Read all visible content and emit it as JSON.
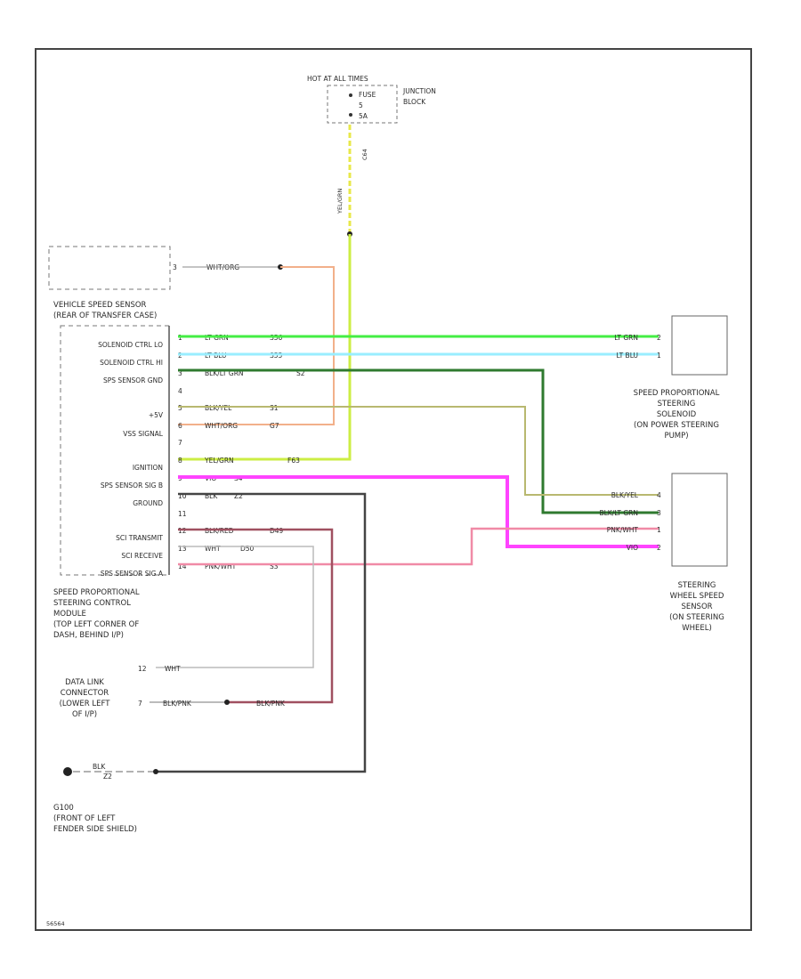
{
  "fuse": {
    "header": "HOT AT ALL TIMES",
    "fuse_label": "FUSE",
    "fuse_no": "5",
    "amps": "5A",
    "junction_line1": "JUNCTION",
    "junction_line2": "BLOCK",
    "wire_label": "YEL/GRN",
    "wire_code": "C64"
  },
  "vss": {
    "pin": "3",
    "wire": "WHT/ORG",
    "label_line1": "VEHICLE SPEED SENSOR",
    "label_line2": "(REAR OF TRANSFER CASE)"
  },
  "module": {
    "pins": [
      {
        "num": "1",
        "label": "SOLENOID CTRL LO",
        "wire": "LT GRN",
        "code": "S56"
      },
      {
        "num": "2",
        "label": "SOLENOID CTRL HI",
        "wire": "LT BLU",
        "code": "S55"
      },
      {
        "num": "3",
        "label": "SPS SENSOR GND",
        "wire": "BLK/LT GRN",
        "code": "S2"
      },
      {
        "num": "4",
        "label": "",
        "wire": "",
        "code": ""
      },
      {
        "num": "5",
        "label": "+5V",
        "wire": "BLK/YEL",
        "code": "S1"
      },
      {
        "num": "6",
        "label": "VSS SIGNAL",
        "wire": "WHT/ORG",
        "code": "G7"
      },
      {
        "num": "7",
        "label": "",
        "wire": "",
        "code": ""
      },
      {
        "num": "8",
        "label": "IGNITION",
        "wire": "YEL/GRN",
        "code": "F63"
      },
      {
        "num": "9",
        "label": "SPS SENSOR SIG B",
        "wire": "VIO",
        "code": "S4"
      },
      {
        "num": "10",
        "label": "GROUND",
        "wire": "BLK",
        "code": "Z2"
      },
      {
        "num": "11",
        "label": "",
        "wire": "",
        "code": ""
      },
      {
        "num": "12",
        "label": "SCI TRANSMIT",
        "wire": "BLK/RED",
        "code": "D49"
      },
      {
        "num": "13",
        "label": "SCI RECEIVE",
        "wire": "WHT",
        "code": "D50"
      },
      {
        "num": "14",
        "label": "SPS SENSOR SIG A",
        "wire": "PNK/WHT",
        "code": "S3"
      }
    ],
    "label": [
      "SPEED PROPORTIONAL",
      "STEERING CONTROL",
      "MODULE",
      "(TOP LEFT CORNER OF",
      "DASH, BEHIND I/P)"
    ]
  },
  "solenoid": {
    "pins": [
      {
        "wire": "LT GRN",
        "pin": "2"
      },
      {
        "wire": "LT BLU",
        "pin": "1"
      }
    ],
    "label": [
      "SPEED PROPORTIONAL",
      "STEERING",
      "SOLENOID",
      "(ON POWER STEERING",
      "PUMP)"
    ]
  },
  "wheel_sensor": {
    "pins": [
      {
        "wire": "BLK/YEL",
        "pin": "4"
      },
      {
        "wire": "BLK/LT GRN",
        "pin": "3"
      },
      {
        "wire": "PNK/WHT",
        "pin": "1"
      },
      {
        "wire": "VIO",
        "pin": "2"
      }
    ],
    "label": [
      "STEERING",
      "WHEEL SPEED",
      "SENSOR",
      "(ON STEERING",
      "WHEEL)"
    ]
  },
  "dlc": {
    "pin_top": "12",
    "wire_top": "WHT",
    "pin_bottom": "7",
    "wire_bottom_left": "BLK/PNK",
    "wire_bottom_right": "BLK/PNK",
    "label": [
      "DATA LINK",
      "CONNECTOR",
      "(LOWER LEFT",
      "OF I/P)"
    ]
  },
  "ground": {
    "wire": "BLK",
    "code": "Z2",
    "label": [
      "G100",
      "(FRONT OF LEFT",
      "FENDER SIDE SHIELD)"
    ]
  },
  "footer": "56564"
}
